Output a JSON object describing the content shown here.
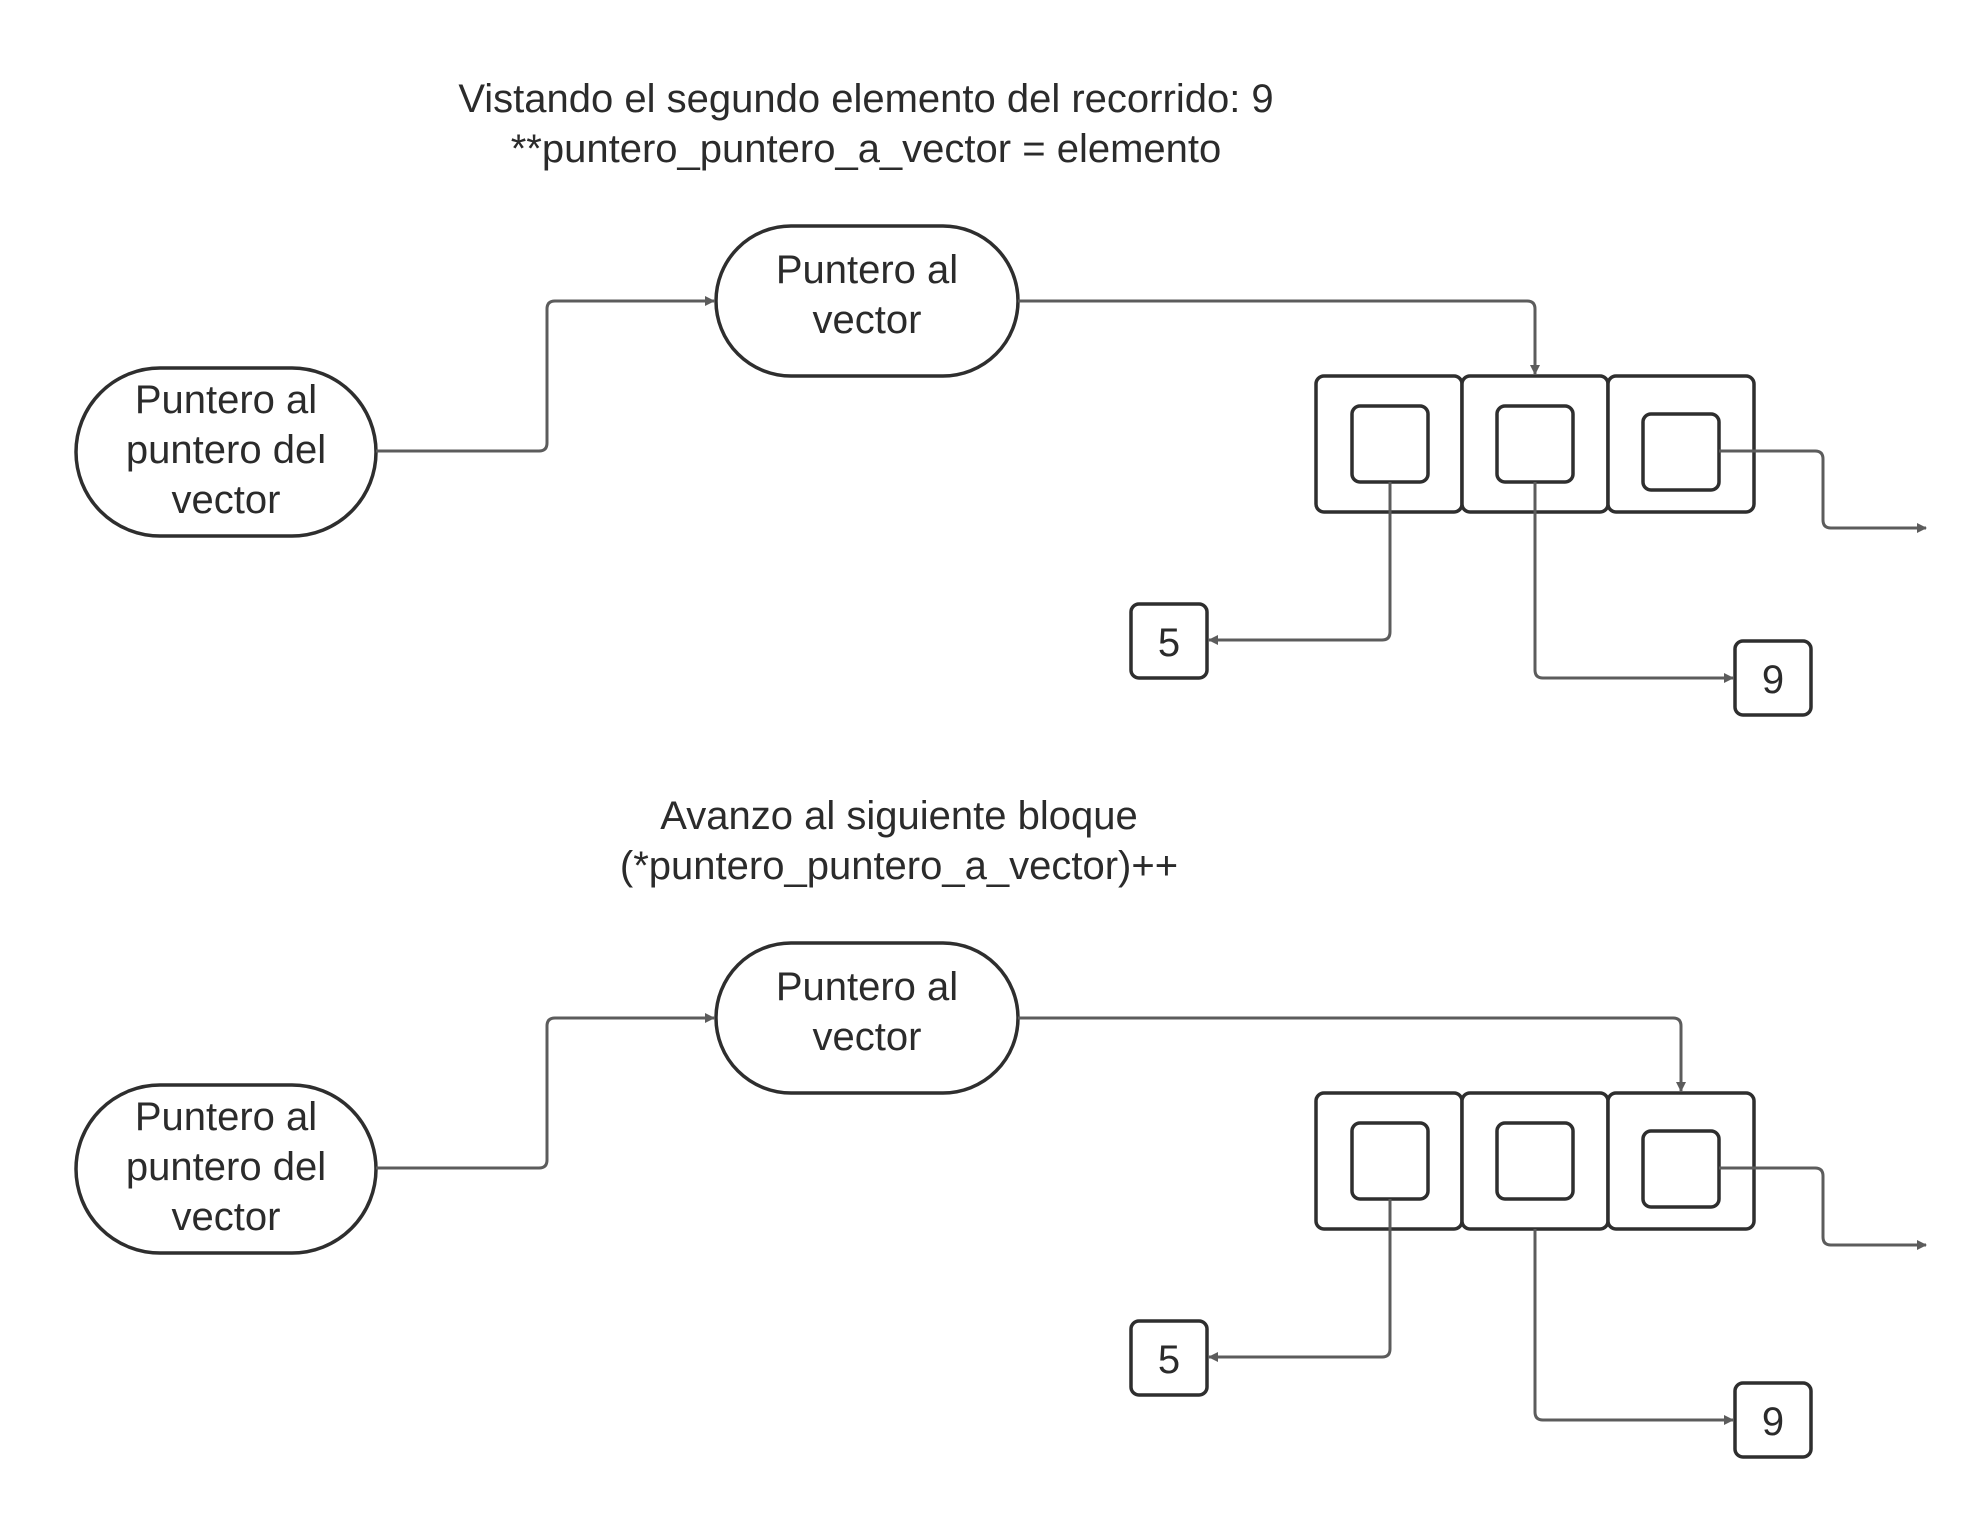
{
  "colors": {
    "stroke": "#2e2e2e",
    "arrow": "#5c5c5c",
    "text": "#2b2b2b",
    "background": "#ffffff"
  },
  "panels": [
    {
      "title_line1": "Vistando el segundo elemento del recorrido: 9",
      "title_line2": "**puntero_puntero_a_vector = elemento",
      "pp_node": {
        "line1": "Puntero al",
        "line2": "puntero del",
        "line3": "vector"
      },
      "p_node": {
        "line1": "Puntero al",
        "line2": "vector"
      },
      "points_to_cell": 2,
      "values": [
        "5",
        "9"
      ]
    },
    {
      "title_line1": "Avanzo al siguiente bloque",
      "title_line2": "(*puntero_puntero_a_vector)++",
      "pp_node": {
        "line1": "Puntero al",
        "line2": "puntero del",
        "line3": "vector"
      },
      "p_node": {
        "line1": "Puntero al",
        "line2": "vector"
      },
      "points_to_cell": 3,
      "values": [
        "5",
        "9"
      ]
    }
  ]
}
